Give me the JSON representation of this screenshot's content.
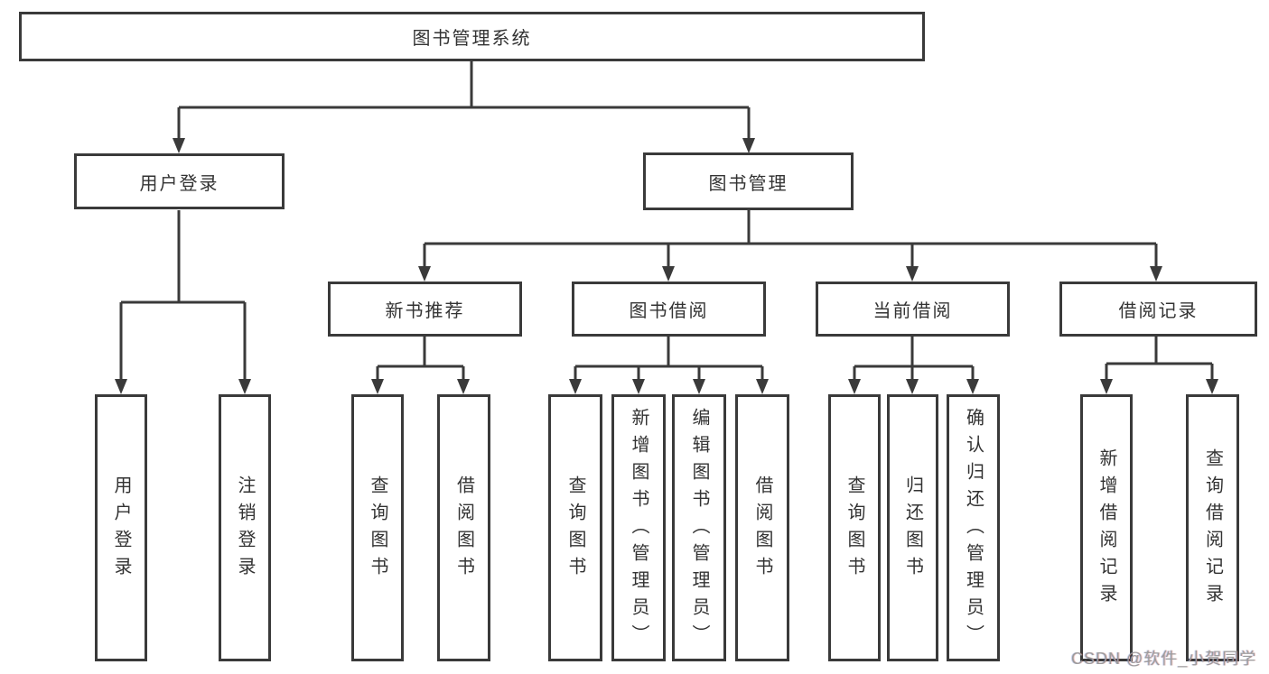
{
  "diagram": {
    "root": {
      "label": "图书管理系统"
    },
    "branches": [
      {
        "label": "用户登录",
        "children": [
          {
            "label": "用户登录"
          },
          {
            "label": "注销登录"
          }
        ]
      },
      {
        "label": "图书管理",
        "sections": [
          {
            "label": "新书推荐",
            "children": [
              {
                "label": "查询图书"
              },
              {
                "label": "借阅图书"
              }
            ]
          },
          {
            "label": "图书借阅",
            "children": [
              {
                "label": "查询图书"
              },
              {
                "label": "新增图书（管理员）"
              },
              {
                "label": "编辑图书（管理员）"
              },
              {
                "label": "借阅图书"
              }
            ]
          },
          {
            "label": "当前借阅",
            "children": [
              {
                "label": "查询图书"
              },
              {
                "label": "归还图书"
              },
              {
                "label": "确认归还（管理员）"
              }
            ]
          },
          {
            "label": "借阅记录",
            "children": [
              {
                "label": "新增借阅记录"
              },
              {
                "label": "查询借阅记录"
              }
            ]
          }
        ]
      }
    ],
    "watermark": "CSDN @软件_小贺同学",
    "colors": {
      "line": "#3a3a3a",
      "text": "#333333",
      "watermark": "#9c9c9c",
      "background": "#ffffff"
    }
  }
}
